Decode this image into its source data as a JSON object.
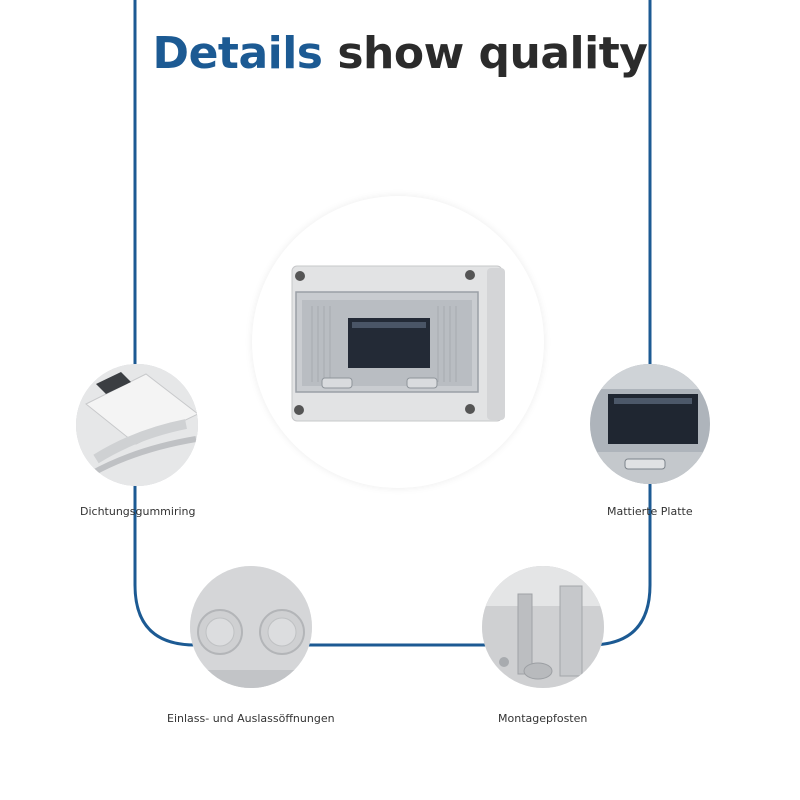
{
  "title": {
    "part1": "Details",
    "part2": "show quality"
  },
  "colors": {
    "accent": "#1c5a93",
    "text": "#2b2b2b",
    "caption": "#333333"
  },
  "features": [
    {
      "label": "Dichtungsgummiring"
    },
    {
      "label": "Mattierte Platte"
    },
    {
      "label": "Einlass- und Auslassöffnungen"
    },
    {
      "label": "Montagepfosten"
    }
  ]
}
